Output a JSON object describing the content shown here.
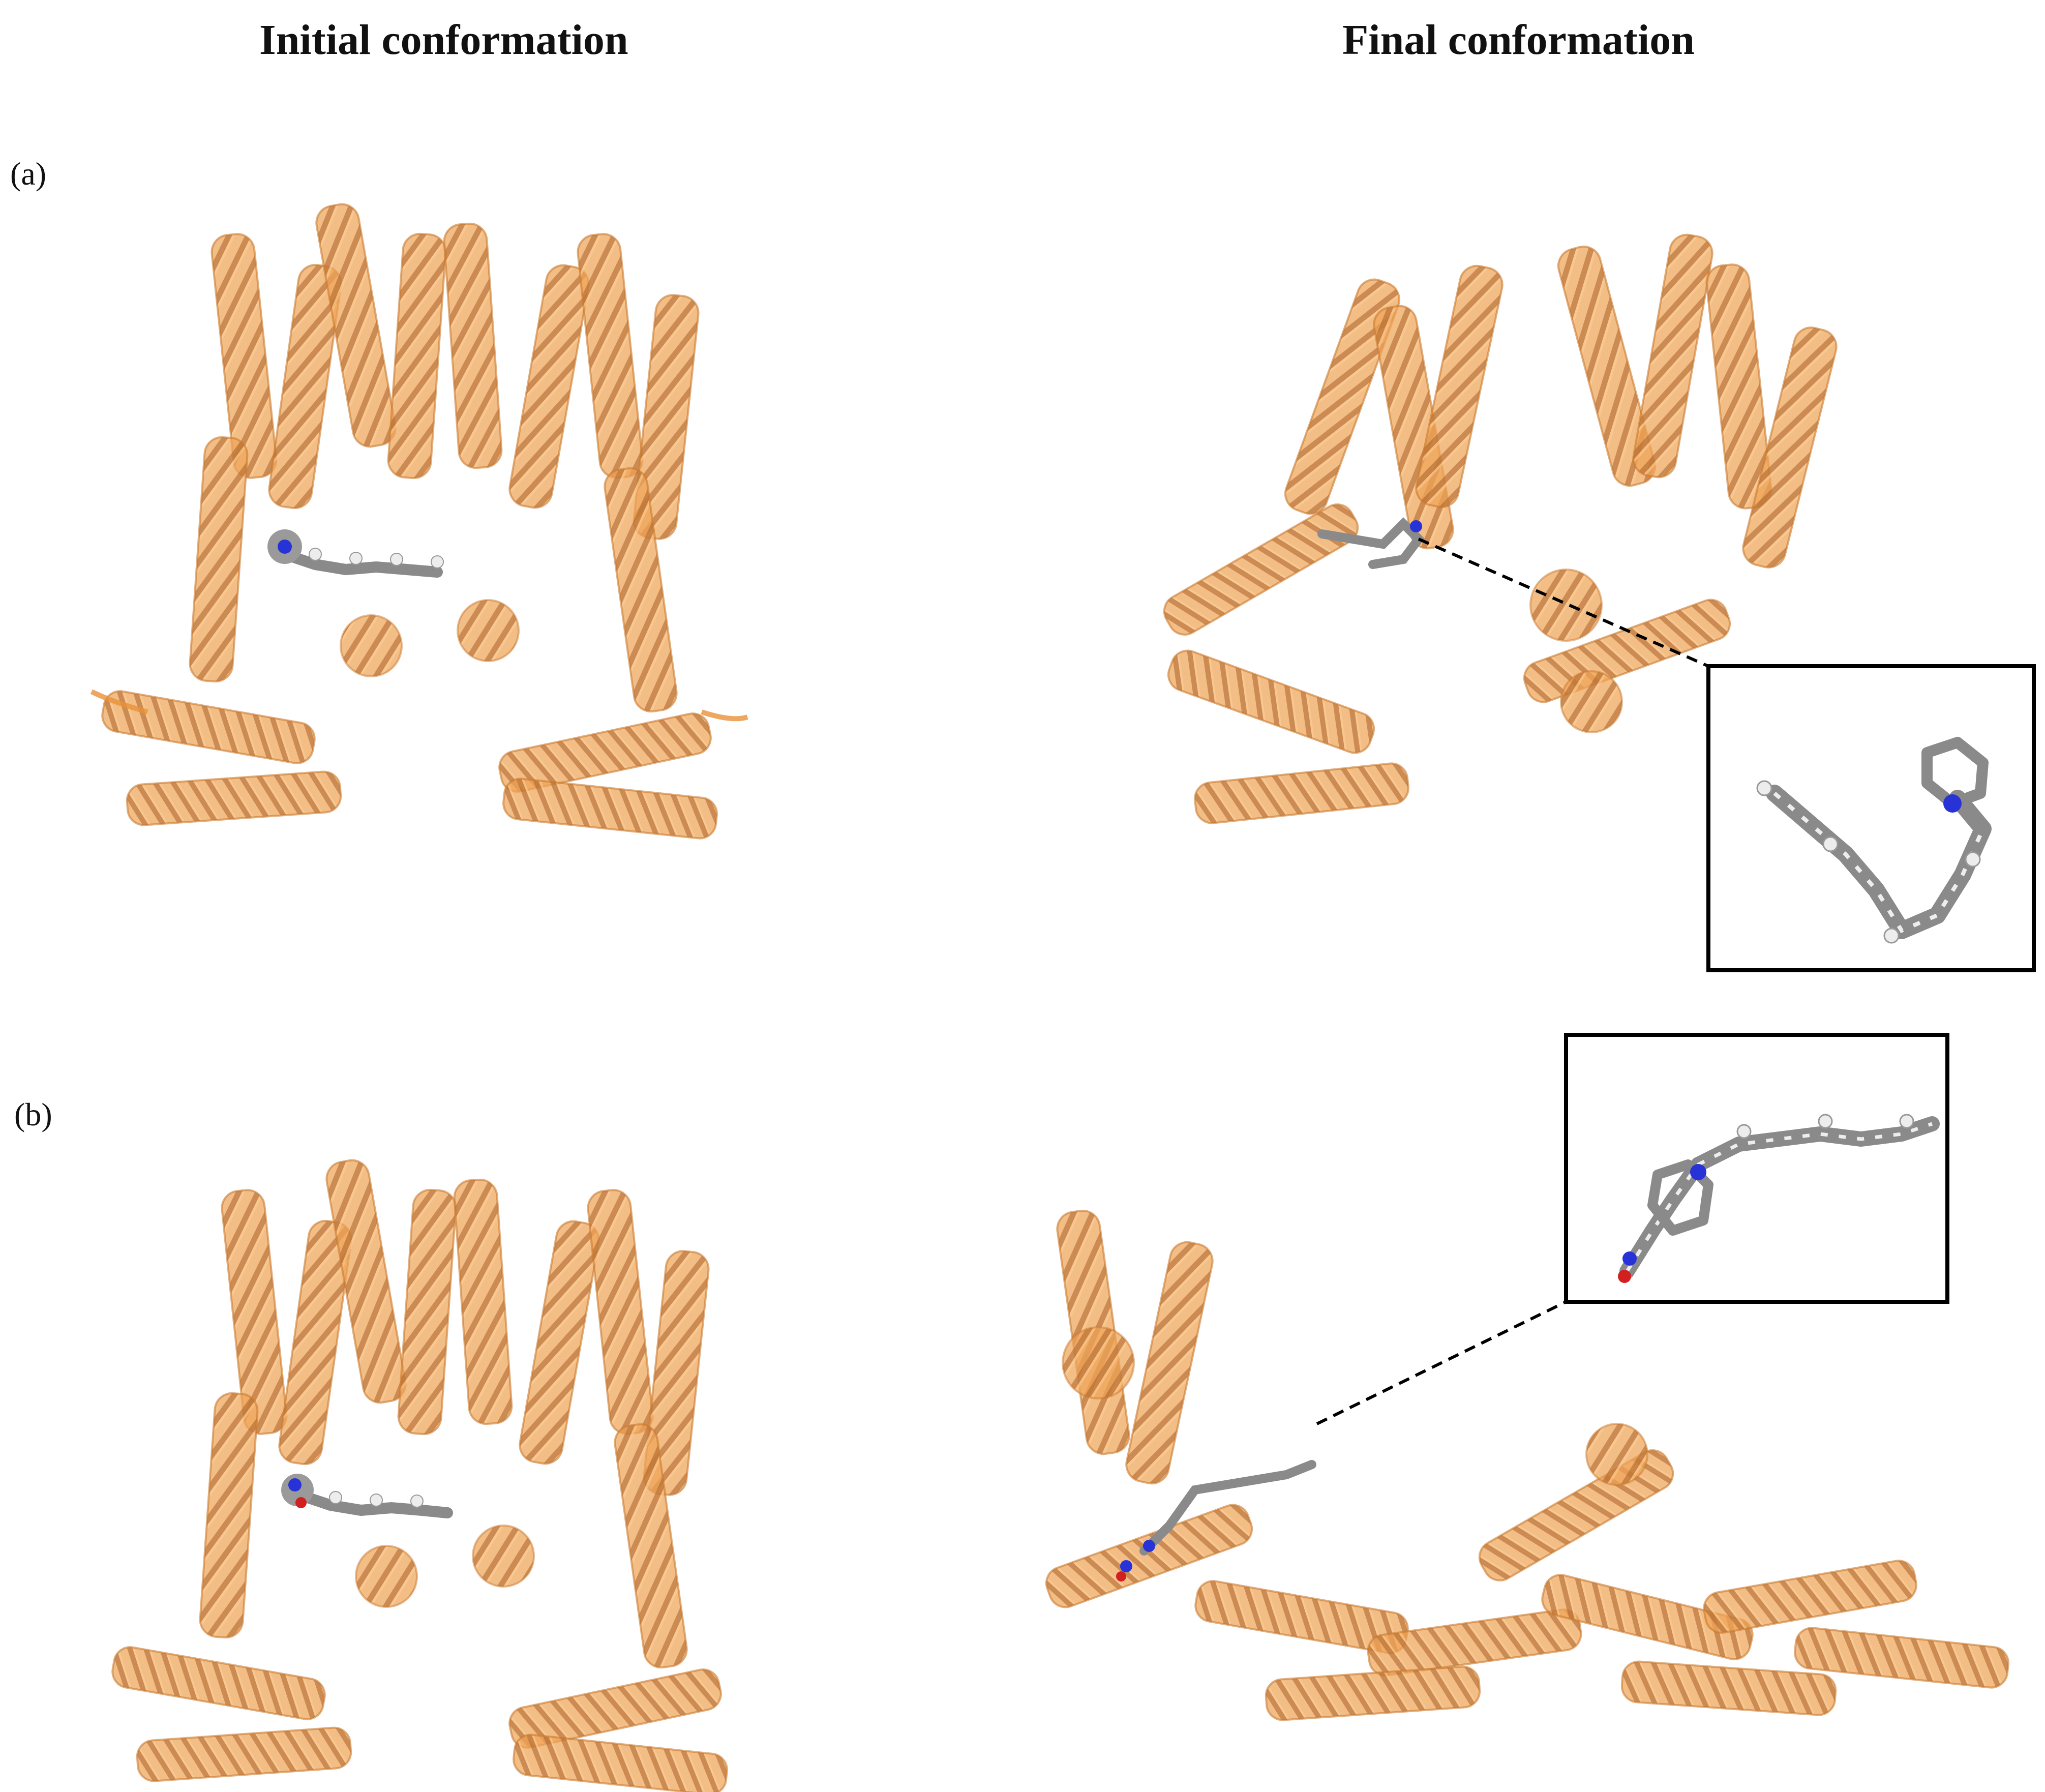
{
  "headings": {
    "initial": "Initial conformation",
    "final": "Final conformation"
  },
  "panels": [
    {
      "label": "(a)"
    },
    {
      "label": "(b)"
    }
  ],
  "colors": {
    "helix": "#E8913A",
    "helix_shadow": "#B8682A",
    "ligand_carbon": "#8A8A8A",
    "ligand_hydrogen": "#EDEDED",
    "ligand_nitrogen": "#2733D6",
    "ligand_oxygen": "#D21F1F"
  }
}
